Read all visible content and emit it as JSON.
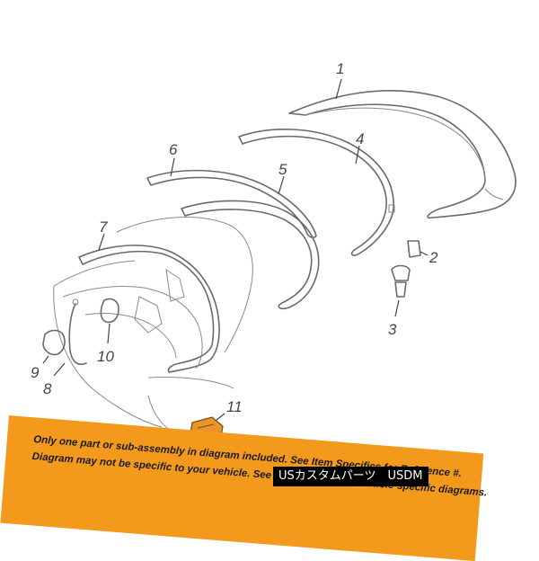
{
  "callouts": {
    "c1": "1",
    "c2": "2",
    "c3": "3",
    "c4": "4",
    "c5": "5",
    "c6": "6",
    "c7": "7",
    "c8": "8",
    "c9": "9",
    "c10": "10",
    "c11": "11"
  },
  "banner": {
    "line1": "Only one part or sub-assembly in diagram included. See Item Specifics for Reference #.",
    "line2": "Diagram may not be specific to your vehicle. See Compatibility for vehicle-specific diagrams."
  },
  "watermark": {
    "text": "USカスタムパーツ　USDM"
  },
  "colors": {
    "banner": "#f39a1c",
    "highlight_part": "#e8952a",
    "line_art": "#6a6a6a"
  }
}
